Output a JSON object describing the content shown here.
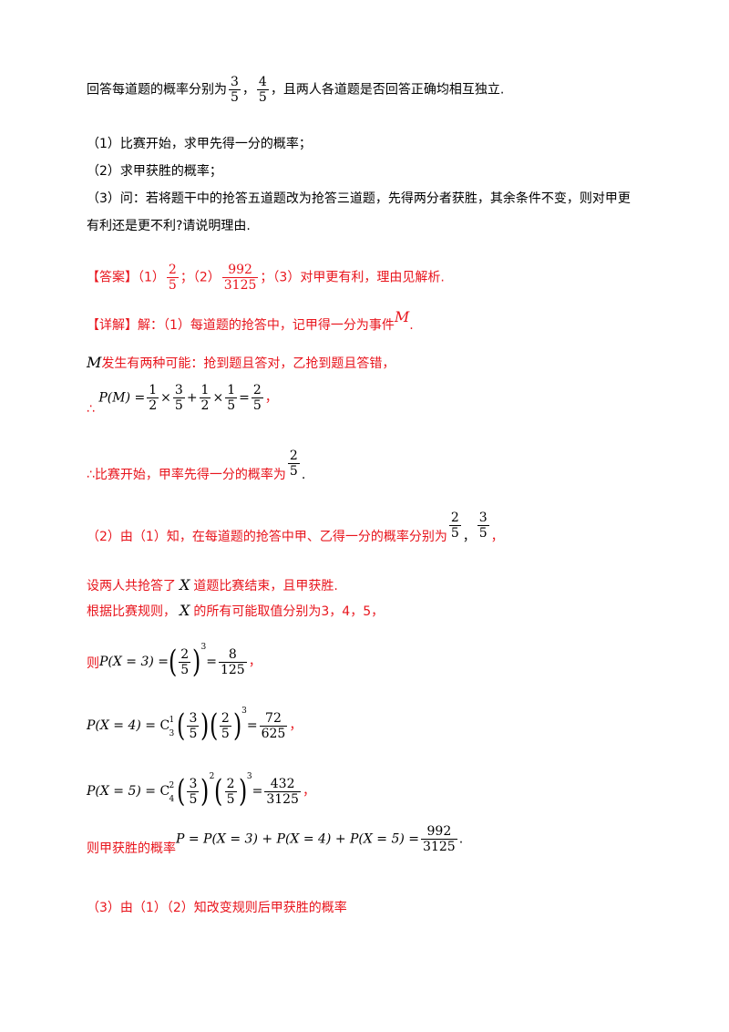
{
  "question": {
    "intro_prefix": "回答每道题的概率分别为",
    "p_a": {
      "num": "3",
      "den": "5"
    },
    "p_b": {
      "num": "4",
      "den": "5"
    },
    "sep_comma": "，",
    "intro_suffix": "，且两人各道题是否回答正确均相互独立.",
    "part1": "（1）比赛开始，求甲先得一分的概率；",
    "part2": "（2）求甲获胜的概率；",
    "part3_line1": "（3）问：若将题干中的抢答五道题改为抢答三道题，先得两分者获胜，其余条件不变，则对甲更",
    "part3_line2": "有利还是更不利?请说明理由."
  },
  "answer": {
    "label": "【答案】（1）",
    "a1": {
      "num": "2",
      "den": "5"
    },
    "sep2": "；（2）",
    "a2": {
      "num": "992",
      "den": "3125"
    },
    "sep3": "；（3）对甲更有利，理由见解析."
  },
  "solution": {
    "l1_prefix": "【详解】解：（1）每道题的抢答中，记甲得一分为事件",
    "event_M": "M",
    "period": ".",
    "l2_M": "M",
    "l2_text": "发生有两种可能：抢到题且答对，乙抢到题且答错，",
    "therefore": "∴",
    "pm_lhs": "P(M) =",
    "pm_f1": {
      "num": "1",
      "den": "2"
    },
    "times": "×",
    "pm_f2": {
      "num": "3",
      "den": "5"
    },
    "plus": "+",
    "pm_f3": {
      "num": "1",
      "den": "2"
    },
    "pm_f4": {
      "num": "1",
      "den": "5"
    },
    "equals": "=",
    "pm_res": {
      "num": "2",
      "den": "5"
    },
    "comma": "，",
    "l4_text": "∴比赛开始，甲率先得一分的概率为",
    "l4_frac": {
      "num": "2",
      "den": "5"
    },
    "l5_text": "（2）由（1）知，在每道题的抢答中甲、乙得一分的概率分别为",
    "l5_f1": {
      "num": "2",
      "den": "5"
    },
    "l5_f2": {
      "num": "3",
      "den": "5"
    },
    "l6_a": "设两人共抢答了",
    "var_X": "X",
    "l6_b": "道题比赛结束，且甲获胜.",
    "l7_a": "根据比赛规则，",
    "l7_b": "的所有可能取值分别为3，4，5，",
    "l8_prefix": "则",
    "p3_lhs": "P(X = 3) =",
    "p3_f": {
      "num": "2",
      "den": "5"
    },
    "cube": "3",
    "p3_res": {
      "num": "8",
      "den": "125"
    },
    "p4_lhs": "P(X = 4) =",
    "c_letter": "C",
    "c31_up": "1",
    "c31_dn": "3",
    "p4_f1": {
      "num": "3",
      "den": "5"
    },
    "p4_f2": {
      "num": "2",
      "den": "5"
    },
    "p4_res": {
      "num": "72",
      "den": "625"
    },
    "p5_lhs": "P(X = 5) =",
    "c42_up": "2",
    "c42_dn": "4",
    "square": "2",
    "p5_f1": {
      "num": "3",
      "den": "5"
    },
    "p5_f2": {
      "num": "2",
      "den": "5"
    },
    "p5_res": {
      "num": "432",
      "den": "3125"
    },
    "total_prefix": "则甲获胜的概率",
    "total_expr": "P = P(X = 3) + P(X = 4) + P(X = 5) =",
    "total_res": {
      "num": "992",
      "den": "3125"
    },
    "l12_text": "（3）由（1）（2）知改变规则后甲获胜的概率"
  }
}
